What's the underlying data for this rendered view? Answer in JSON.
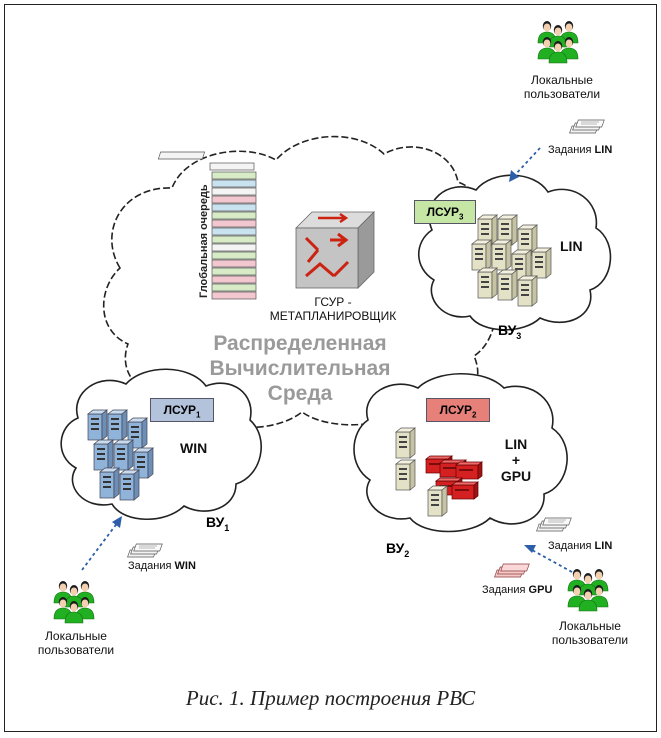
{
  "central": {
    "title_lines": [
      "Распределенная",
      "Вычислительная",
      "Среда"
    ],
    "meta_label_lines": [
      "ГСУР -",
      "МЕТАПЛАНИРОВЩИК"
    ],
    "global_queue_label": "Глобальная очередь"
  },
  "nodes": [
    {
      "id": "vu1",
      "manager": "ЛСУР",
      "manager_sub": "1",
      "os": "WIN",
      "vu": "ВУ",
      "vu_sub": "1",
      "manager_color": "#b4c3dc"
    },
    {
      "id": "vu2",
      "manager": "ЛСУР",
      "manager_sub": "2",
      "os_lines": [
        "LIN",
        "+",
        "GPU"
      ],
      "vu": "ВУ",
      "vu_sub": "2",
      "manager_color": "#e8807a"
    },
    {
      "id": "vu3",
      "manager": "ЛСУР",
      "manager_sub": "3",
      "os": "LIN",
      "vu": "ВУ",
      "vu_sub": "3",
      "manager_color": "#c6e6a6"
    }
  ],
  "users": {
    "label_lines": [
      "Локальные",
      "пользователи"
    ]
  },
  "tasks": {
    "prefix": "Задания",
    "lin": "LIN",
    "win": "WIN",
    "gpu": "GPU"
  },
  "caption": "Рис. 1. Пример построения РВС",
  "colors": {
    "user_green": "#21b021",
    "server_blue": "#8fb3d9",
    "server_beige": "#e4e2c6",
    "gpu_red": "#d42020",
    "arrow_blue": "#2c5fa8"
  }
}
